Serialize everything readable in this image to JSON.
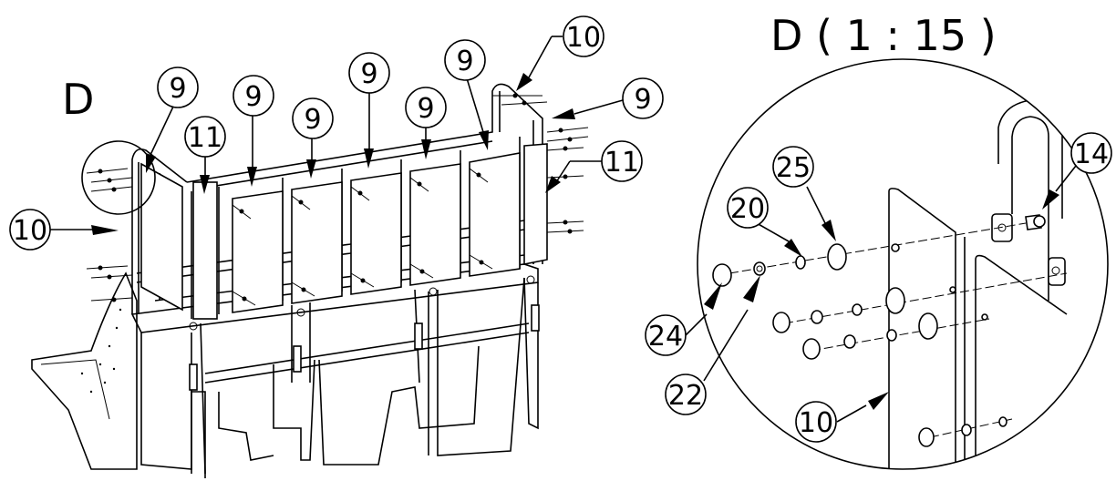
{
  "drawing": {
    "view_label": "D",
    "detail_title": "D ( 1 : 15 )"
  },
  "callouts": {
    "main": [
      "10",
      "9",
      "11",
      "9",
      "9",
      "9",
      "9",
      "9",
      "10",
      "9",
      "11"
    ],
    "detail": [
      "25",
      "20",
      "14",
      "24",
      "22",
      "10"
    ]
  }
}
